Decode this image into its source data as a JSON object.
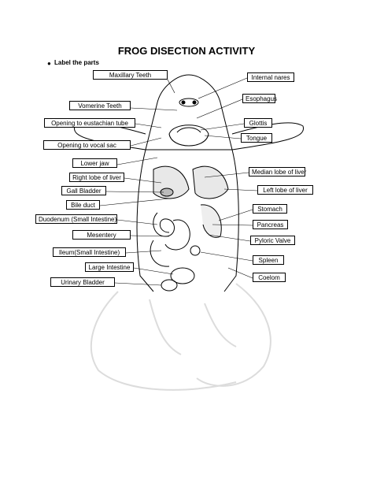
{
  "title": "FROG DISECTION ACTIVITY",
  "instruction": "Label the parts",
  "left_labels": [
    "Maxillary Teeth",
    "Vomerine Teeth",
    "Opening to eustachian tube",
    "Opening to vocal sac",
    "Lower jaw",
    "Right lobe of liver",
    "Gall Bladder",
    "Bile duct",
    "Duodenum (Small Intestine)",
    "Mesentery",
    "Ileum(Small Intestine)",
    "Large Intestine",
    "Urinary Bladder"
  ],
  "right_labels": [
    "Internal nares",
    "Esophagus",
    "Glottis",
    "Tongue",
    "Median lobe of liver",
    "Left lobe of liver",
    "Stomach",
    "Pancreas",
    "Pyloric Valve",
    "Spleen",
    "Coelom"
  ]
}
